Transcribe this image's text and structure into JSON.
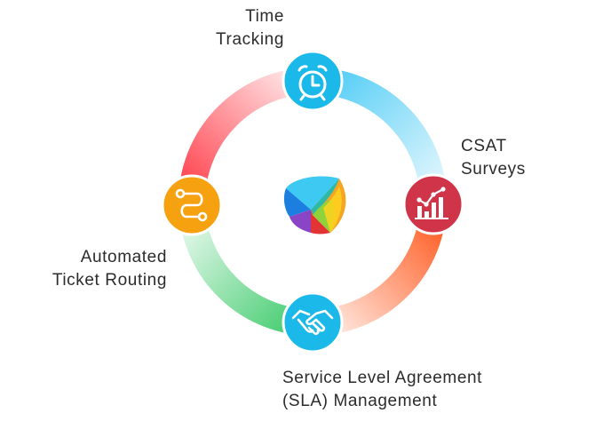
{
  "nodes": {
    "time_tracking": {
      "lines": [
        "Time",
        "Tracking"
      ],
      "icon": "alarm-clock-icon",
      "color": "#1bb8ea"
    },
    "csat_surveys": {
      "lines": [
        "CSAT",
        "Surveys"
      ],
      "icon": "bar-chart-icon",
      "color": "#cf3448"
    },
    "sla_management": {
      "lines": [
        "Service Level Agreement",
        "(SLA) Management"
      ],
      "icon": "handshake-icon",
      "color": "#1bb8ea"
    },
    "ticket_routing": {
      "lines": [
        "Automated",
        "Ticket Routing"
      ],
      "icon": "route-path-icon",
      "color": "#f6a210"
    }
  },
  "center_logo": "leaf-logo-icon",
  "ring_colors": {
    "top_right": "#58cdf4",
    "bottom_right": "#ff6f2c",
    "bottom_left": "#4fd079",
    "top_left": "#ff4a55"
  }
}
